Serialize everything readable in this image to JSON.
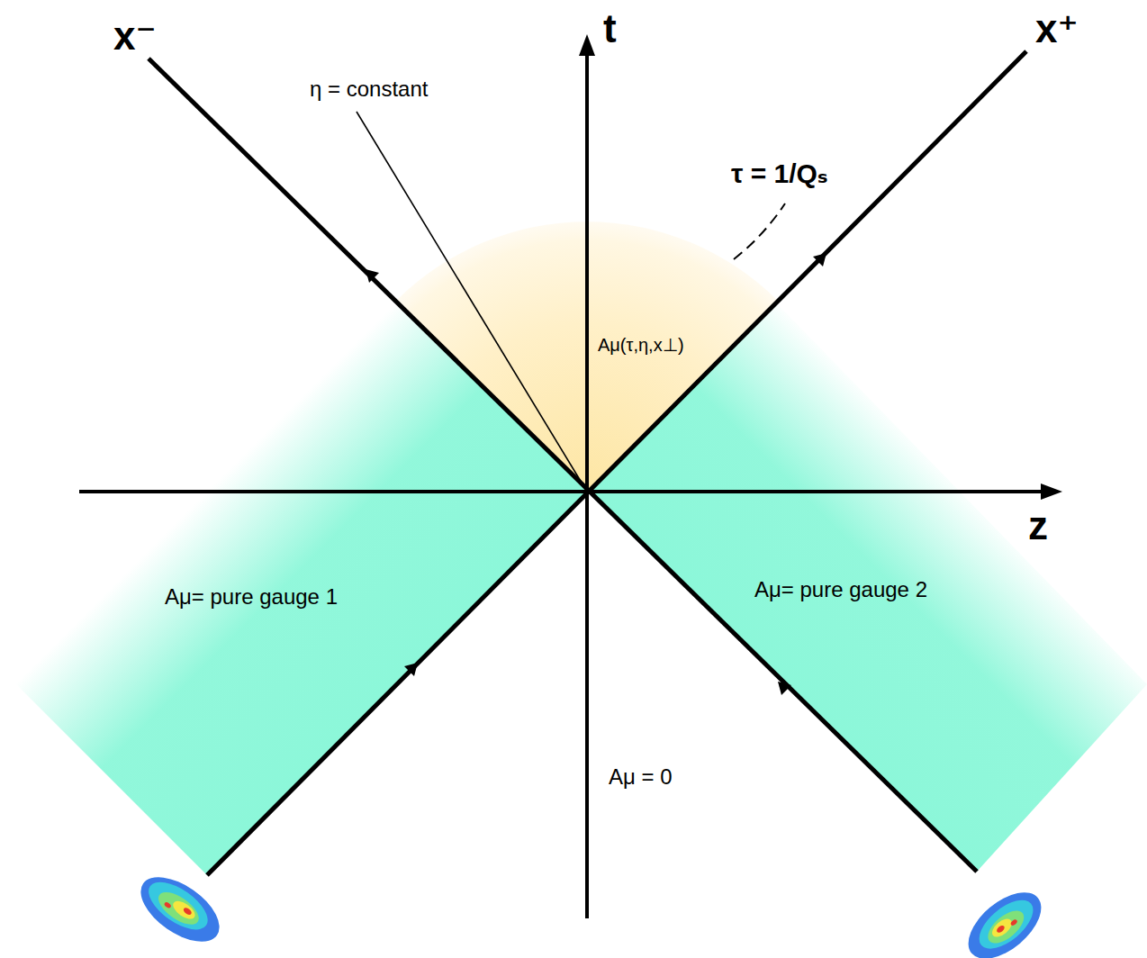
{
  "diagram": {
    "labels": [
      "t",
      "x⁻",
      "x⁺",
      "z",
      "η = constant",
      "τ = 1/Qₛ",
      "Aμ(τ,η,x⊥)",
      "Aμ= pure gauge 1",
      "Aμ= pure gauge 2",
      "Aμ = 0"
    ]
  }
}
